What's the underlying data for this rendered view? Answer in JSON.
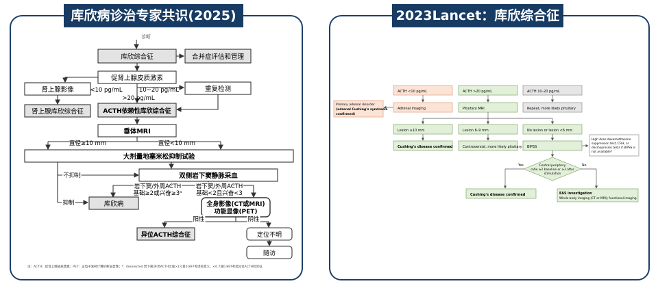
{
  "left": {
    "title": "库欣病诊治专家共识(2025)",
    "top_fragment": "诊断",
    "nodes": {
      "cushing": "库欣综合征",
      "comorbidity": "合并症评估和管理",
      "acth_test": "促肾上腺皮质激素",
      "adrenal_imaging": "肾上腺影像",
      "repeat_test": "重复检测",
      "adrenal_cushing": "肾上腺库欣综合征",
      "acth_dependent": "ACTH依赖性库欣综合征",
      "pituitary_mri": "垂体MRI",
      "hddst": "大剂量地塞米松抑制试验",
      "ipss": "双侧岩下窦静脉采血",
      "cushing_disease": "库欣病",
      "whole_body": "全身影像(CT或MRI)",
      "functional": "功能显像(PET)",
      "ectopic": "异位ACTH综合征",
      "undetermined": "定位不明",
      "follow_up": "随访"
    },
    "labels": {
      "lt10": "<10 pg/mL",
      "range": "10~20 pg/mL",
      "gt20": ">20 pg/mL",
      "d_ge10": "直径≥10 mm",
      "d_lt10": "直径<10 mm",
      "no_suppress": "不抑制",
      "suppress": "抑制",
      "ratio_hi_1": "岩下窦/外周ACTH",
      "ratio_hi_2": "基础≥2或兴奋≥3ᵃ",
      "ratio_lo_1": "岩下窦/外周ACTH",
      "ratio_lo_2": "基础<2且兴奋<3",
      "positive": "阳性",
      "negative": "阴性"
    },
    "footnote": "注：ACTH：促肾上腺皮质激素；PET：正电子发射计算机断层显像；ᵃ：deselected 岩下窦/外周ACTH比值>1.0且0.897考虑有意义，<0.7或0.897考虑异位ACTH综合征"
  },
  "right": {
    "title": "2023Lancet：库欣综合征",
    "nodes": {
      "acth_lt10": "ACTH <10 pg/mL",
      "acth_gt20": "ACTH >20 pg/mL",
      "acth_10_20": "ACTH 10–20 pg/mL",
      "primary_1": "Primary adrenal disorder",
      "primary_2": "(adrenal Cushing's syndrome",
      "primary_3": "confirmed)",
      "adrenal_imaging": "Adrenal imaging",
      "pituitary_mri": "Pituitary MRI",
      "repeat": "Repeat, more likely pituitary",
      "lesion_ge10": "Lesion ≥10 mm",
      "lesion_6_9": "Lesion 6–9 mm",
      "no_lesion": "No lesion or lesion <6 mm",
      "cd_confirmed_1": "Cushing's disease confirmed",
      "controversial": "Controversial, more likely pituitary",
      "bipss": "BIPSS",
      "note_1": "High dose dexamethasone",
      "note_2": "suppression test, CRH, or",
      "note_3": "desmopressin tests if BIPSS is",
      "note_4": "not available?",
      "diamond_1": "Central:periphery",
      "diamond_2": "ratio ≥2 baseline or ≥3 after",
      "diamond_3": "stimulation",
      "yes": "Yes",
      "no": "No",
      "cd_confirmed_2": "Cushing's disease confirmed",
      "eas_1": "EAS investigation",
      "eas_2": "Whole body imaging (CT or MRI); functional imaging"
    }
  },
  "colors": {
    "navy": "#173b63",
    "panel_border": "#1d3f69",
    "gray_box": "#e3e3e3",
    "peach": "#fbe3d6",
    "peach_border": "#e6a98b",
    "green": "#e2efd9",
    "green_border": "#8fb37a",
    "gray_r": "#e7e6e6"
  }
}
